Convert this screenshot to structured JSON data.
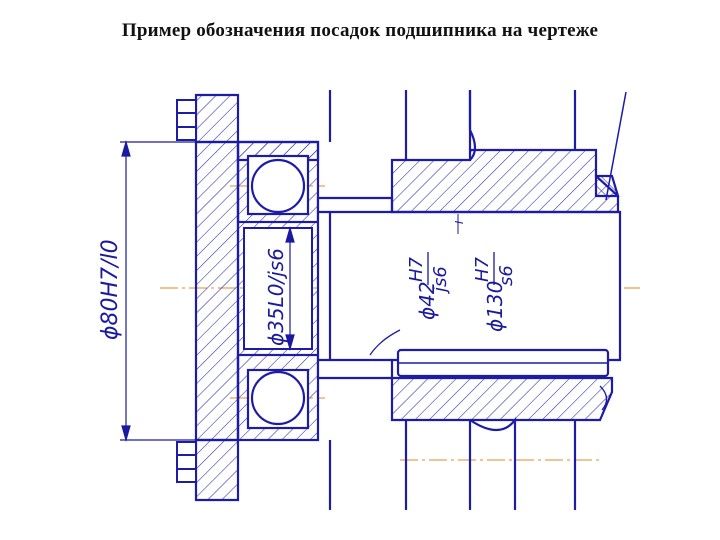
{
  "title": "Пример обозначения посадок подшипника на чертеже",
  "dimensions": {
    "housing_bore": "ϕ80H7/l0",
    "bearing_bore": "ϕ35L0/js6",
    "shaft_d42_prefix": "ϕ42",
    "shaft_d130_prefix": "ϕ130",
    "fit_num": "H7",
    "fit_den": "js6",
    "fit_den_s6": "s6",
    "section_mark": "I"
  },
  "colors": {
    "outline": "#1c1ca8",
    "hatch": "#2a2ab0",
    "axis": "#e08a2a",
    "dimension": "#1a1aa0",
    "ball": "#e0a020"
  }
}
